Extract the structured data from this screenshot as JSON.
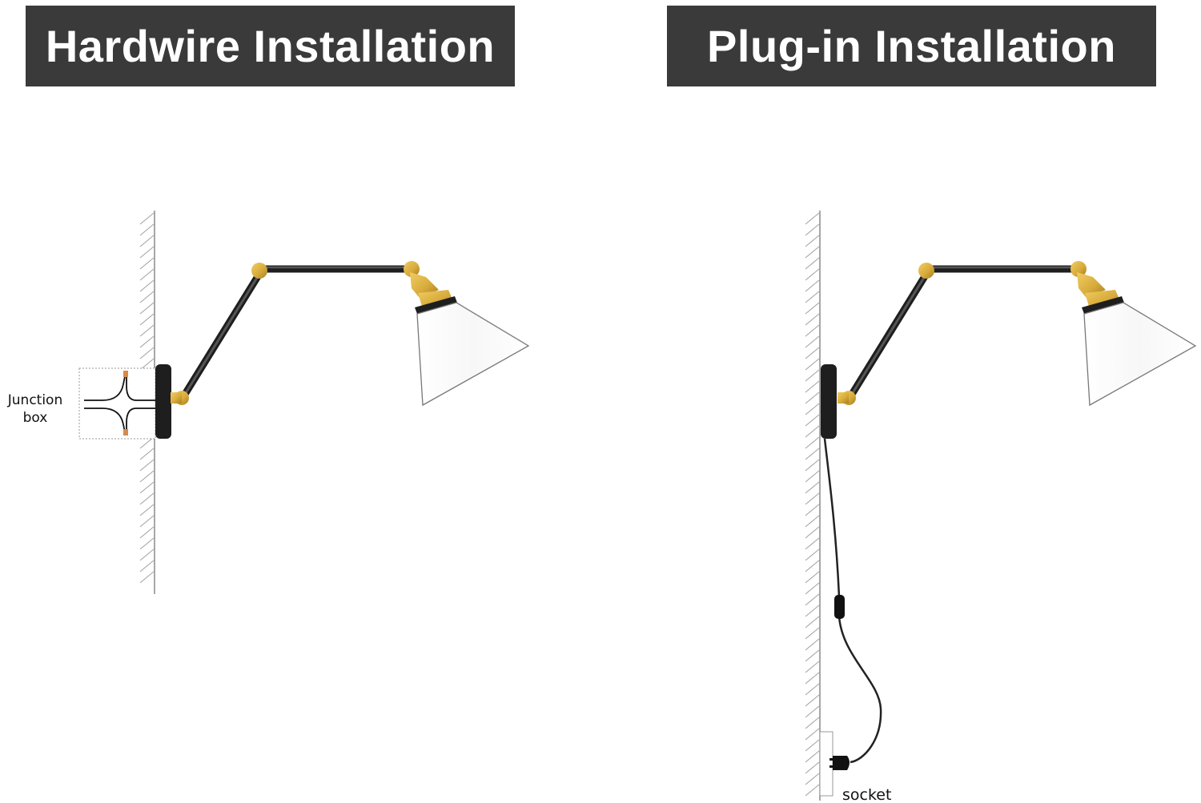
{
  "headers": {
    "hardwire_title": "Hardwire Installation",
    "plugin_title": "Plug-in Installation"
  },
  "labels": {
    "junction_line1": "Junction",
    "junction_line2": "box",
    "socket": "socket"
  },
  "colors": {
    "banner_bg": "#3a3a3a",
    "banner_text": "#ffffff",
    "arm": "#3b3b3b",
    "brass": "#d8ac3c",
    "backplate": "#1e1e1e",
    "wall_hatch": "#9a9a9a",
    "wire_tip": "#d98a4a"
  }
}
